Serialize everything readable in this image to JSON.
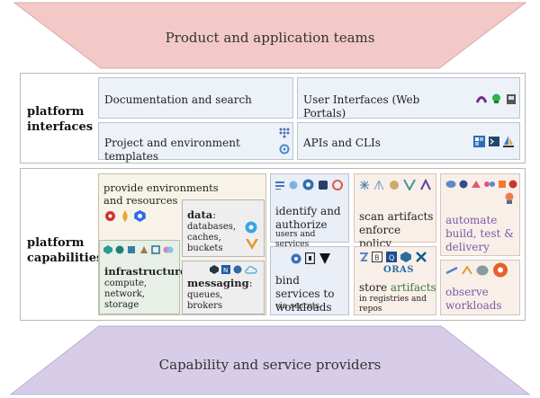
{
  "top_banner": {
    "text": "Product and application teams",
    "color": "#f3c9c8"
  },
  "bottom_banner": {
    "text": "Capability and service providers",
    "color": "#d8cde8"
  },
  "platform_interfaces": {
    "label": "platform interfaces",
    "documentation": "Documentation and search",
    "ui_portals": "User Interfaces (Web Portals)",
    "templates": "Project and environment templates",
    "apis": "APIs and CLIs"
  },
  "platform_capabilities": {
    "label": "platform capabilities",
    "environments": {
      "title": "provide environments and resources"
    },
    "data": {
      "title": "data",
      "colon": ":",
      "items": "databases, caches, buckets"
    },
    "infrastructure": {
      "title": "infrastructure",
      "colon": ":",
      "items": "compute, network, storage"
    },
    "messaging": {
      "title": "messaging",
      "colon": ":",
      "items": "queues, brokers"
    },
    "identify": {
      "title": "identify and authorize",
      "sub": "users and services"
    },
    "bind": {
      "title": "bind services to workloads",
      "sub": "via secrets"
    },
    "scan": {
      "title": "scan artifacts enforce policy"
    },
    "store": {
      "title_a": "store ",
      "title_b": "artifacts",
      "sub": "in registries and repos"
    },
    "automate": {
      "title": "automate build, test & delivery"
    },
    "observe": {
      "title": "observe workloads"
    },
    "oras_logo": "ORAS"
  },
  "icons": [
    "helm-icon",
    "gitops-icon",
    "docker-icon",
    "kubernetes-icon",
    "api-icon",
    "cli-icon",
    "vault-icon",
    "argo-icon"
  ]
}
